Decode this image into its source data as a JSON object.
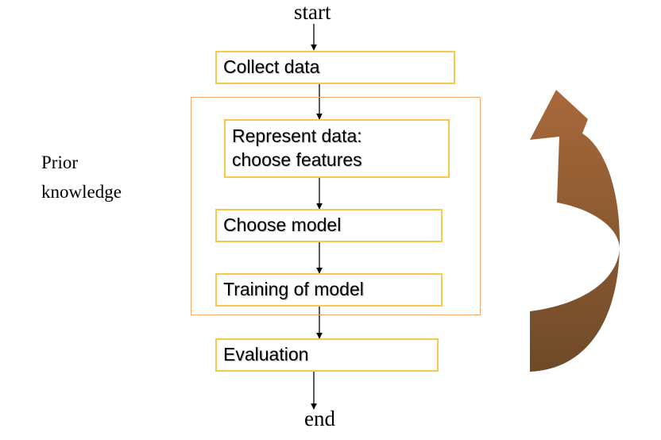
{
  "flow": {
    "start_label": "start",
    "end_label": "end",
    "steps": [
      {
        "label": "Collect data"
      },
      {
        "label": "Represent data:\nchoose features"
      },
      {
        "label": "Choose model"
      },
      {
        "label": "Training of model"
      },
      {
        "label": "Evaluation"
      }
    ]
  },
  "side_label": "Prior\nknowledge",
  "colors": {
    "box_border": "#f7c84a",
    "group_border": "#f5a86a",
    "loop_arrow_top": "#a8693a",
    "loop_arrow_bottom": "#6e4a28"
  }
}
